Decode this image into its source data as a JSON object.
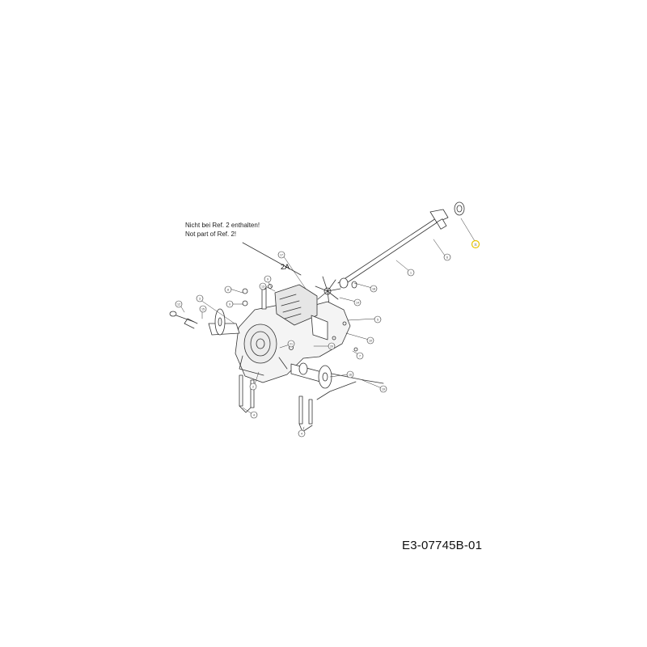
{
  "diagram": {
    "note_de": "Nicht bei Ref. 2 enthalten!",
    "note_en": "Not part of Ref. 2!",
    "assembly_ref": "2A",
    "document_id": "E3-07745B-01",
    "highlight_color": "#e8c400",
    "line_color": "#333333",
    "callouts": [
      {
        "id": "c-1",
        "label": "1"
      },
      {
        "id": "c-6",
        "label": "6"
      },
      {
        "id": "c-11",
        "label": "11"
      },
      {
        "id": "c-18",
        "label": "18"
      },
      {
        "id": "c-14",
        "label": "14"
      },
      {
        "id": "c-5",
        "label": "5"
      },
      {
        "id": "c-7",
        "label": "7"
      },
      {
        "id": "c-10",
        "label": "10"
      },
      {
        "id": "c-3",
        "label": "3"
      },
      {
        "id": "c-4a",
        "label": "4"
      },
      {
        "id": "c-4b",
        "label": "4"
      },
      {
        "id": "c-12",
        "label": "12"
      },
      {
        "id": "c-15",
        "label": "15"
      },
      {
        "id": "c-8",
        "label": "8"
      },
      {
        "id": "c-9a",
        "label": "9"
      },
      {
        "id": "c-9b",
        "label": "9"
      },
      {
        "id": "c-13",
        "label": "13"
      },
      {
        "id": "c-16",
        "label": "16"
      },
      {
        "id": "c-17",
        "label": "17"
      },
      {
        "id": "c-19",
        "label": "19"
      },
      {
        "id": "c-2",
        "label": "2"
      },
      {
        "id": "c-20",
        "label": "20"
      },
      {
        "id": "c-21",
        "label": "21"
      }
    ]
  }
}
